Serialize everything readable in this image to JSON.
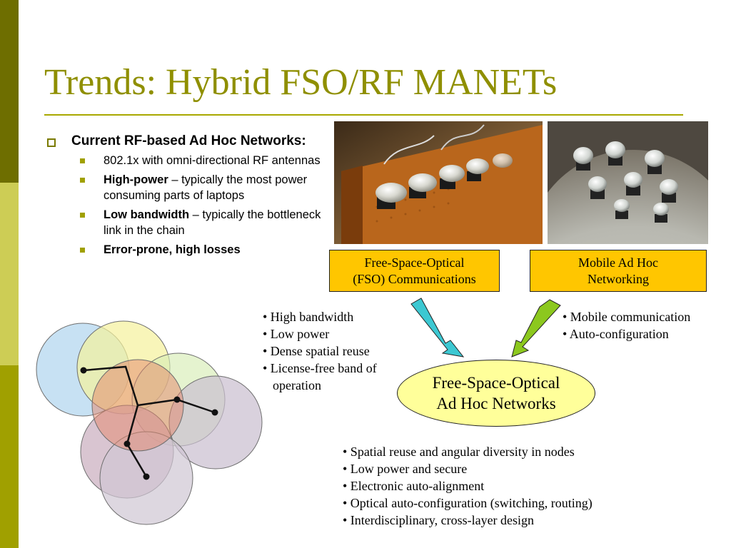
{
  "theme": {
    "title_color": "#8f8f00",
    "sidebar_colors": [
      "#6e6e00",
      "#cdcd55",
      "#a0a000"
    ],
    "box_fill": "#ffc600",
    "ellipse_fill": "#ffff9a",
    "arrow_left_color": "#3cc8d2",
    "arrow_right_color": "#8cc81e"
  },
  "slide": {
    "title": "Trends: Hybrid FSO/RF MANETs"
  },
  "left_bullets": {
    "heading": "Current RF-based Ad Hoc Networks:",
    "items": [
      {
        "bold": "",
        "text": "802.1x with omni-directional RF antennas"
      },
      {
        "bold": "High-power",
        "text": " – typically the most power consuming parts of laptops"
      },
      {
        "bold": "Low bandwidth",
        "text": " – typically the bottleneck link in the chain"
      },
      {
        "bold": "Error-prone, high losses",
        "text": ""
      }
    ]
  },
  "photos": [
    {
      "subject": "LED transceivers mounted on circuit board"
    },
    {
      "subject": "LED transceivers on spherical node"
    }
  ],
  "boxes": {
    "fso": {
      "line1": "Free-Space-Optical",
      "line2": "(FSO) Communications"
    },
    "manet": {
      "line1": "Mobile Ad Hoc",
      "line2": "Networking"
    }
  },
  "fso_features": {
    "items": [
      "• High bandwidth",
      "• Low power",
      "• Dense spatial reuse",
      "• License-free band of"
    ],
    "continuation": "operation"
  },
  "manet_features": {
    "items": [
      "• Mobile communication",
      "• Auto-configuration"
    ]
  },
  "result": {
    "line1": "Free-Space-Optical",
    "line2": "Ad Hoc Networks"
  },
  "benefits": {
    "items": [
      "• Spatial reuse and angular diversity in nodes",
      "• Low power and secure",
      "• Electronic auto-alignment",
      "• Optical auto-configuration (switching, routing)",
      "• Interdisciplinary, cross-layer design"
    ]
  },
  "venn": {
    "circle_colors": [
      "#a8d0ec",
      "#f4f08a",
      "#e07050",
      "#d0e8a8",
      "#c0b4c8",
      "#c0a0b4",
      "#c8bccc"
    ],
    "node_color": "#111111"
  }
}
